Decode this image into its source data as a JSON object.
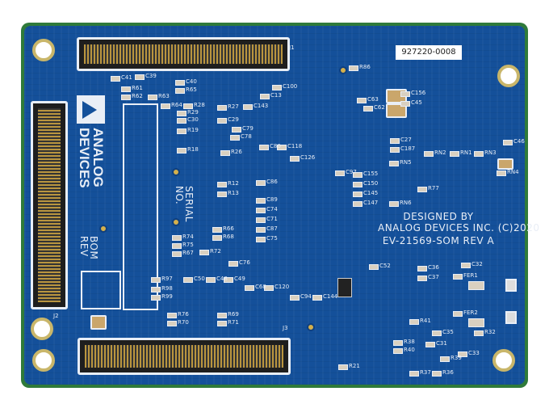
{
  "board": {
    "part_label": "927220-0008",
    "logo_text": [
      "ANALOG",
      "DEVICES"
    ],
    "serial_label": [
      "SERIAL",
      "NO."
    ],
    "bom_label": [
      "BOM",
      "REV"
    ],
    "designed_by": [
      "DESIGNED BY",
      "ANALOG DEVICES INC. (C)2020",
      "EV-21569-SOM REV A"
    ],
    "connectors": [
      "J1",
      "J2",
      "J3"
    ],
    "refs": [
      "C41",
      "C39",
      "C40",
      "R65",
      "R61",
      "R62",
      "R63",
      "R64",
      "R28",
      "R29",
      "R27",
      "C30",
      "C29",
      "R19",
      "R18",
      "R26",
      "C143",
      "C100",
      "R86",
      "C156",
      "C45",
      "C63",
      "C62",
      "C13",
      "C78",
      "C80",
      "C118",
      "C126",
      "C97",
      "C155",
      "C150",
      "C145",
      "C147",
      "RN5",
      "RN6",
      "R77",
      "RN2",
      "RN1",
      "RN3",
      "C46",
      "RN4",
      "R12",
      "R13",
      "C86",
      "C89",
      "C74",
      "C71",
      "C87",
      "C75",
      "R66",
      "R68",
      "R74",
      "R75",
      "R72",
      "R67",
      "C76",
      "C52",
      "C36",
      "C37",
      "C32",
      "FER1",
      "FER2",
      "R32",
      "C33",
      "C31",
      "R39",
      "R38",
      "R40",
      "R41",
      "C35",
      "R37",
      "R36",
      "R21",
      "R97",
      "R98",
      "R99",
      "C50",
      "C48",
      "C49",
      "C68",
      "C120",
      "C94",
      "C144",
      "R76",
      "R70",
      "R69",
      "R71",
      "C79",
      "C27",
      "C187"
    ]
  },
  "colors": {
    "solder_mask": "#14509a",
    "silkscreen": "#e9eef6",
    "edge": "#2f7a3a",
    "gold": "#c9b66a"
  }
}
